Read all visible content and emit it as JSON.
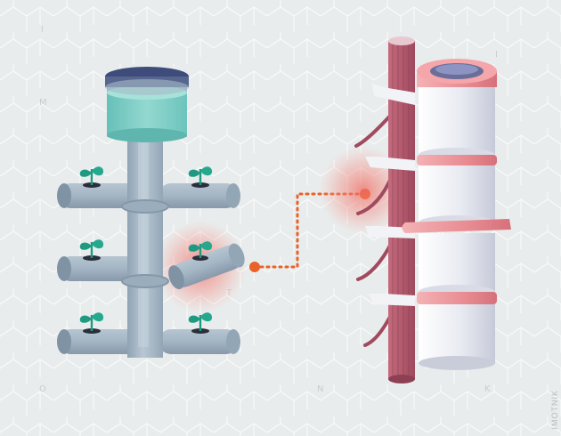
{
  "background_letters": {
    "l1": "I",
    "l2": "M",
    "l3": "O",
    "l4": "N",
    "l5": "K",
    "l6": "T",
    "l7": "I"
  },
  "credit": "IMOTNIK",
  "colors": {
    "background": "#e9ecec",
    "pattern_line": "#ffffff",
    "water": "#7fcfc8",
    "pipe": "#a9bac8",
    "pipe_dark": "#8a9cad",
    "leaf": "#1f9a82",
    "glow": "#f06a62",
    "connector": "#e8622a",
    "muscle": "#b75f72",
    "vertebra": "#e6e8ef",
    "disc": "#e6848c"
  },
  "icons": {
    "tank": "water-tank-icon",
    "plant": "seedling-icon",
    "spine": "spine-icon"
  }
}
